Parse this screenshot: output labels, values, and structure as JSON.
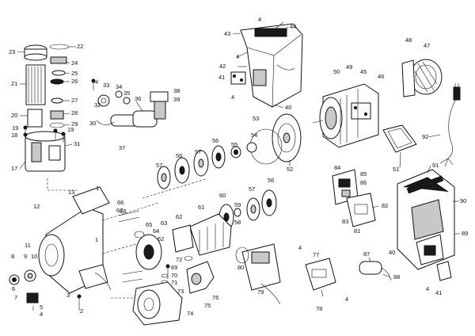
{
  "callouts": {
    "c1": "1",
    "c2": "2",
    "c3": "3",
    "c4": "4",
    "c5": "5",
    "c6": "6",
    "c7": "7",
    "c8": "8",
    "c9": "9",
    "c10": "10",
    "c11": "11",
    "c12": "12",
    "c13": "13",
    "c17": "17",
    "c18": "18",
    "c19": "19",
    "c20": "20",
    "c21": "21",
    "c22": "22",
    "c23": "23",
    "c24": "24",
    "c25": "25",
    "c26": "26",
    "c27": "27",
    "c28": "28",
    "c29": "29",
    "c30": "30",
    "c31": "31",
    "c32": "32",
    "c33": "33",
    "c34": "34",
    "c35": "35",
    "c36": "36",
    "c37": "37",
    "c38": "38",
    "c39": "39",
    "c40": "40",
    "c41": "41",
    "c42": "42",
    "c43": "43",
    "c44": "44",
    "c45": "45",
    "c46": "46",
    "c47": "47",
    "c48": "48",
    "c49": "49",
    "c50": "50",
    "c51": "51",
    "c52": "52",
    "c53": "53",
    "c54": "54",
    "c55": "55",
    "c56": "56",
    "c57": "57",
    "c58": "58",
    "c59": "59",
    "c60": "60",
    "c61": "61",
    "c62": "62",
    "c63": "63",
    "c64": "64",
    "c65": "65",
    "c66": "66",
    "c67": "67",
    "c68": "68",
    "c69": "69",
    "c70": "70",
    "c71": "71",
    "c72": "72",
    "c73": "73",
    "c74": "74",
    "c75": "75",
    "c76": "76",
    "c77": "77",
    "c78": "78",
    "c79": "79",
    "c80": "80",
    "c81": "81",
    "c82": "82",
    "c83": "83",
    "c84": "84",
    "c85": "85",
    "c86": "86",
    "c87": "87",
    "c88": "88",
    "c89": "89",
    "c90": "90",
    "c91": "91",
    "c92": "92"
  }
}
